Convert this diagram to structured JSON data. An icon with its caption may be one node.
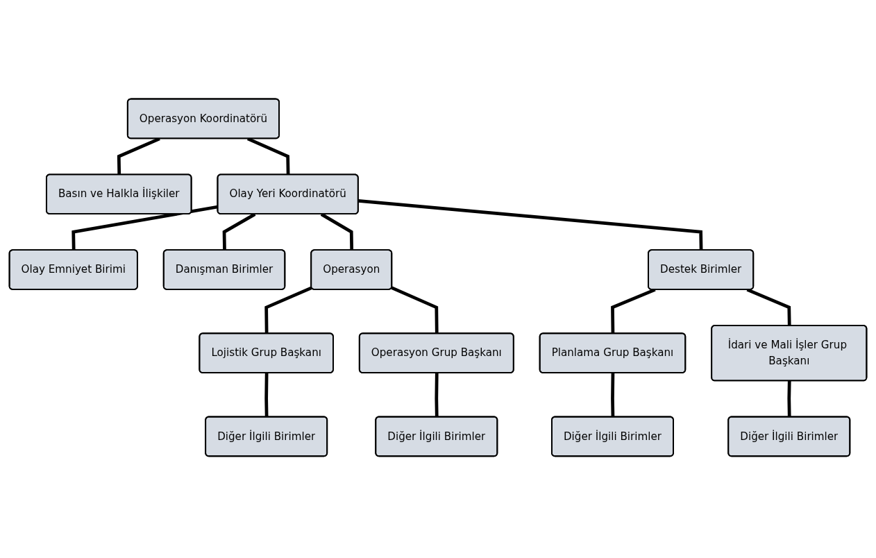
{
  "diagram": {
    "nodes": [
      {
        "text": [
          "Operasyon Koordinatörü"
        ]
      },
      {
        "text": [
          "Basın ve Halkla İlişkiler"
        ]
      },
      {
        "text": [
          "Olay Yeri Koordinatörü"
        ]
      },
      {
        "text": [
          "Olay Emniyet Birimi"
        ]
      },
      {
        "text": [
          "Danışman Birimler"
        ]
      },
      {
        "text": [
          "Operasyon"
        ]
      },
      {
        "text": [
          "Destek Birimler"
        ]
      },
      {
        "text": [
          "Lojistik Grup Başkanı"
        ]
      },
      {
        "text": [
          "Operasyon Grup Başkanı"
        ]
      },
      {
        "text": [
          "Planlama Grup Başkanı"
        ]
      },
      {
        "text": [
          "İdari ve Mali İşler Grup Başkanı"
        ]
      },
      {
        "text": [
          "Diğer İlgili Birimler"
        ]
      },
      {
        "text": [
          "Diğer İlgili Birimler"
        ]
      },
      {
        "text": [
          "Diğer İlgili Birimler"
        ]
      },
      {
        "text": [
          "Diğer İlgili Birimler"
        ]
      }
    ],
    "edges": [
      {
        "from": 0,
        "to": 1,
        "arrow": "none"
      },
      {
        "from": 0,
        "to": 2,
        "arrow": "none"
      },
      {
        "from": 2,
        "to": 3,
        "arrow": "none"
      },
      {
        "from": 2,
        "to": 4,
        "arrow": "none"
      },
      {
        "from": 2,
        "to": 5,
        "arrow": "none"
      },
      {
        "from": 2,
        "to": 6,
        "arrow": "none"
      },
      {
        "from": 5,
        "to": 7,
        "arrow": "none"
      },
      {
        "from": 5,
        "to": 8,
        "arrow": "none"
      },
      {
        "from": 6,
        "to": 9,
        "arrow": "none"
      },
      {
        "from": 6,
        "to": 10,
        "arrow": "none"
      },
      {
        "from": 7,
        "to": 11,
        "arrow": "none"
      },
      {
        "from": 8,
        "to": 12,
        "arrow": "none"
      },
      {
        "from": 9,
        "to": 13,
        "arrow": "none"
      },
      {
        "from": 10,
        "to": 14,
        "arrow": "none"
      }
    ]
  }
}
